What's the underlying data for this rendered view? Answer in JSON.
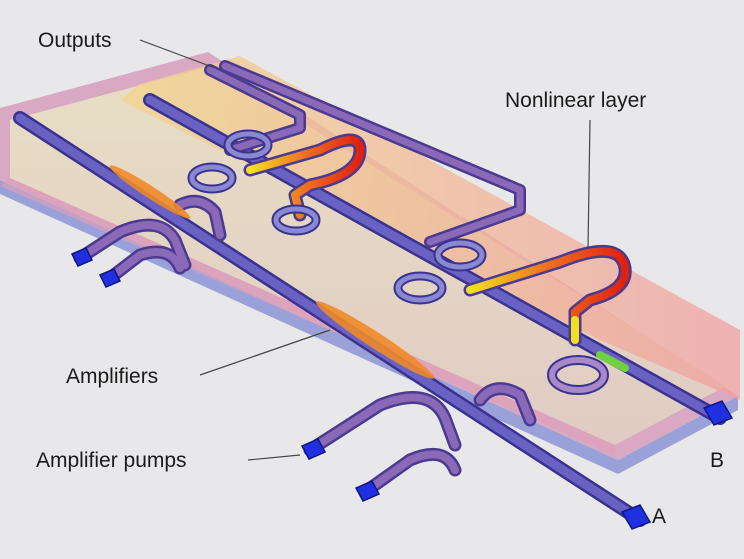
{
  "labels": {
    "outputs": "Outputs",
    "nonlinear_layer": "Nonlinear layer",
    "amplifiers": "Amplifiers",
    "amplifier_pumps": "Amplifier pumps",
    "port_a": "A",
    "port_b": "B"
  },
  "colors": {
    "background": "#e8e8ea",
    "substrate": "#d7a6c0",
    "substrate_edge": "#9aa0d8",
    "amplifier_layer": "#e6dcc0",
    "nonlinear_region": "#eca094",
    "waveguide": "#6a62c2",
    "waveguide_edge": "#3a3290",
    "pump_port": "#2030e0",
    "amplifier": "#f08a2a",
    "nonlinear_hot": "#e83010",
    "nonlinear_warm": "#f2e020",
    "signal_green": "#70d040"
  }
}
